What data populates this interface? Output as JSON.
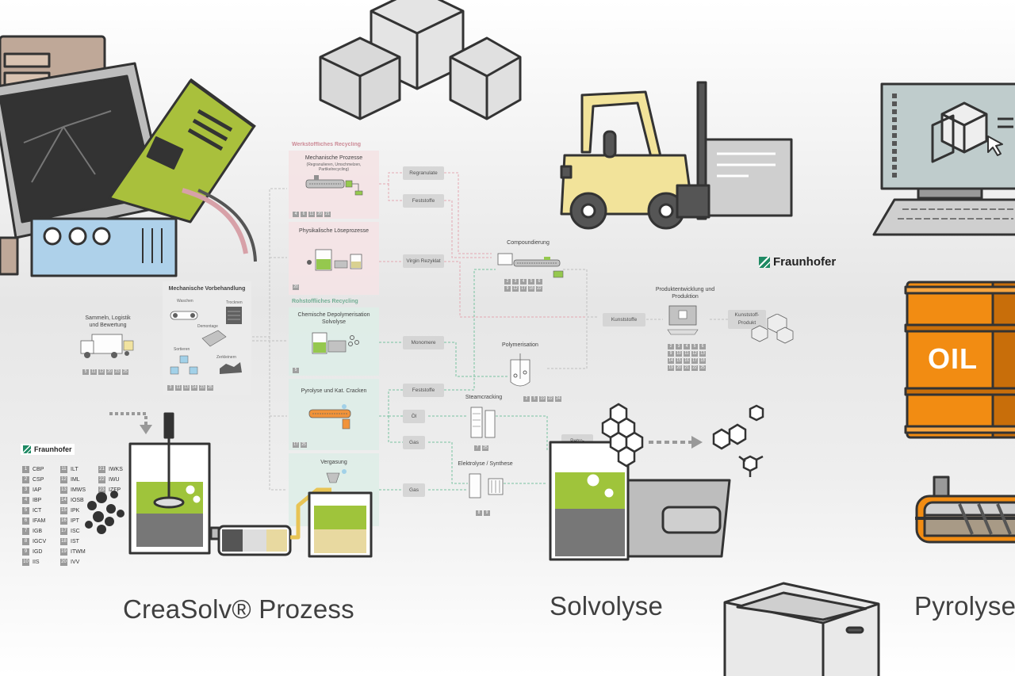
{
  "labels": {
    "creasolv": "CreaSolv® Prozess",
    "solvolyse": "Solvolyse",
    "pyrolyse": "Pyrolyse"
  },
  "logo_top": "Fraunhofer",
  "logo_left": "Fraunhofer",
  "oil_label": "OIL",
  "flow": {
    "werkstoff_title": "Werkstoffliches Recycling",
    "rohstoff_title": "Rohstoffliches Recycling",
    "mech_prozesse": {
      "title": "Mechanische Prozesse",
      "subtitle": "(Regranulieren, Umschmelzen, Partikelrecycling)",
      "nums": [
        "4",
        "6",
        "11",
        "20",
        "21"
      ]
    },
    "phys_loese": {
      "title": "Physikalische Löseprozesse",
      "nums": [
        "20"
      ]
    },
    "chem_depoly": {
      "title": "Chemische Depolymerisation Solvolyse",
      "nums": [
        "5"
      ]
    },
    "pyrolyse_box": {
      "title": "Pyrolyse und Kat. Cracken",
      "nums": [
        "17",
        "25"
      ]
    },
    "vergasung": {
      "title": "Vergasung"
    },
    "mech_vorbehandlung": "Mechanische Vorbehandlung",
    "vorbehandlung_items": {
      "waschen": "Waschen",
      "trocknen": "Trocknen",
      "demontage": "Demontage",
      "sortieren": "Sortieren",
      "zerkleinern": "Zerkleinern"
    },
    "vorbehandlung_nums": [
      "3",
      "11",
      "13",
      "14",
      "23",
      "25"
    ],
    "sammeln": "Sammeln, Logistik und Bewertung",
    "sammeln_nums": [
      "5",
      "11",
      "12",
      "20",
      "23",
      "25"
    ],
    "pills": {
      "regranulate": "Regranulate",
      "feststoffe1": "Feststoffe",
      "virgin": "Virgin Rezyklat",
      "monomere": "Monomere",
      "feststoffe2": "Feststoffe",
      "oel": "Öl",
      "gas1": "Gas",
      "gas2": "Gas",
      "kunststoffe": "Kunststoffe",
      "kunststoffprodukt": "Kunststoff-Produkt",
      "petro": "Petro-"
    },
    "compoundierung": "Compoundierung",
    "compound_nums": [
      "2",
      "3",
      "4",
      "5",
      "6",
      "9",
      "12",
      "17",
      "18",
      "22"
    ],
    "polymerisation": "Polymerisation",
    "poly_nums": [
      "2",
      "5",
      "19",
      "22",
      "24"
    ],
    "steamcracking": "Steamcracking",
    "steam_nums": [
      "7",
      "25"
    ],
    "elektrolyse": "Elektrolyse / Synthese",
    "elektro_nums": [
      "8",
      "9"
    ],
    "produktentwicklung": "Produktentwicklung und Produktion",
    "produkt_nums": [
      "2",
      "3",
      "4",
      "5",
      "6",
      "9",
      "10",
      "11",
      "12",
      "13",
      "14",
      "15",
      "16",
      "17",
      "18",
      "19",
      "20",
      "21",
      "22",
      "25"
    ]
  },
  "institutes": [
    {
      "n": "1",
      "name": "CBP"
    },
    {
      "n": "2",
      "name": "CSP"
    },
    {
      "n": "3",
      "name": "IAP"
    },
    {
      "n": "4",
      "name": "IBP"
    },
    {
      "n": "5",
      "name": "ICT"
    },
    {
      "n": "6",
      "name": "IFAM"
    },
    {
      "n": "7",
      "name": "IGB"
    },
    {
      "n": "8",
      "name": "IGCV"
    },
    {
      "n": "9",
      "name": "IGD"
    },
    {
      "n": "10",
      "name": "IIS"
    },
    {
      "n": "11",
      "name": "ILT"
    },
    {
      "n": "12",
      "name": "IML"
    },
    {
      "n": "13",
      "name": "IMWS"
    },
    {
      "n": "14",
      "name": "IOSB"
    },
    {
      "n": "15",
      "name": "IPK"
    },
    {
      "n": "16",
      "name": "IPT"
    },
    {
      "n": "17",
      "name": "ISC"
    },
    {
      "n": "18",
      "name": "IST"
    },
    {
      "n": "19",
      "name": "ITWM"
    },
    {
      "n": "20",
      "name": "IVV"
    },
    {
      "n": "21",
      "name": "IWKS"
    },
    {
      "n": "22",
      "name": "IWU"
    },
    {
      "n": "23",
      "name": "IZFP"
    }
  ]
}
